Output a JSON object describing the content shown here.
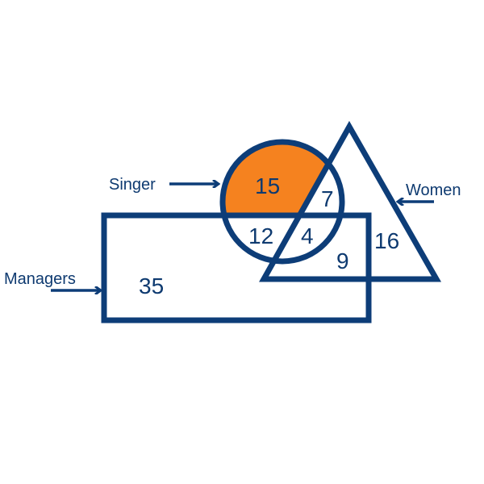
{
  "colors": {
    "stroke": "#0d3d78",
    "highlight": "#f5821f"
  },
  "labels": {
    "singer": "Singer",
    "women": "Women",
    "managers": "Managers"
  },
  "regions": {
    "singer_only": "15",
    "singer_women": "7",
    "singer_managers": "12",
    "singer_women_managers": "4",
    "women_managers": "9",
    "women_only": "16",
    "managers_only": "35"
  },
  "highlighted_region": "singer_only"
}
